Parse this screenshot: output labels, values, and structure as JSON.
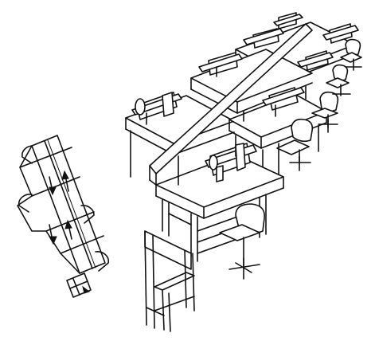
{
  "figure": {
    "plan_view": {
      "icon": "workstation-layout-plan-icon",
      "units": 4,
      "arrows": [
        "down",
        "up",
        "down",
        "up"
      ]
    },
    "isometric_view": {
      "icon": "sewing-workstation-island-icon",
      "sewing_machines": 8,
      "chairs": 5,
      "colors": {
        "ink": "#111111",
        "paper": "#ffffff"
      }
    }
  }
}
